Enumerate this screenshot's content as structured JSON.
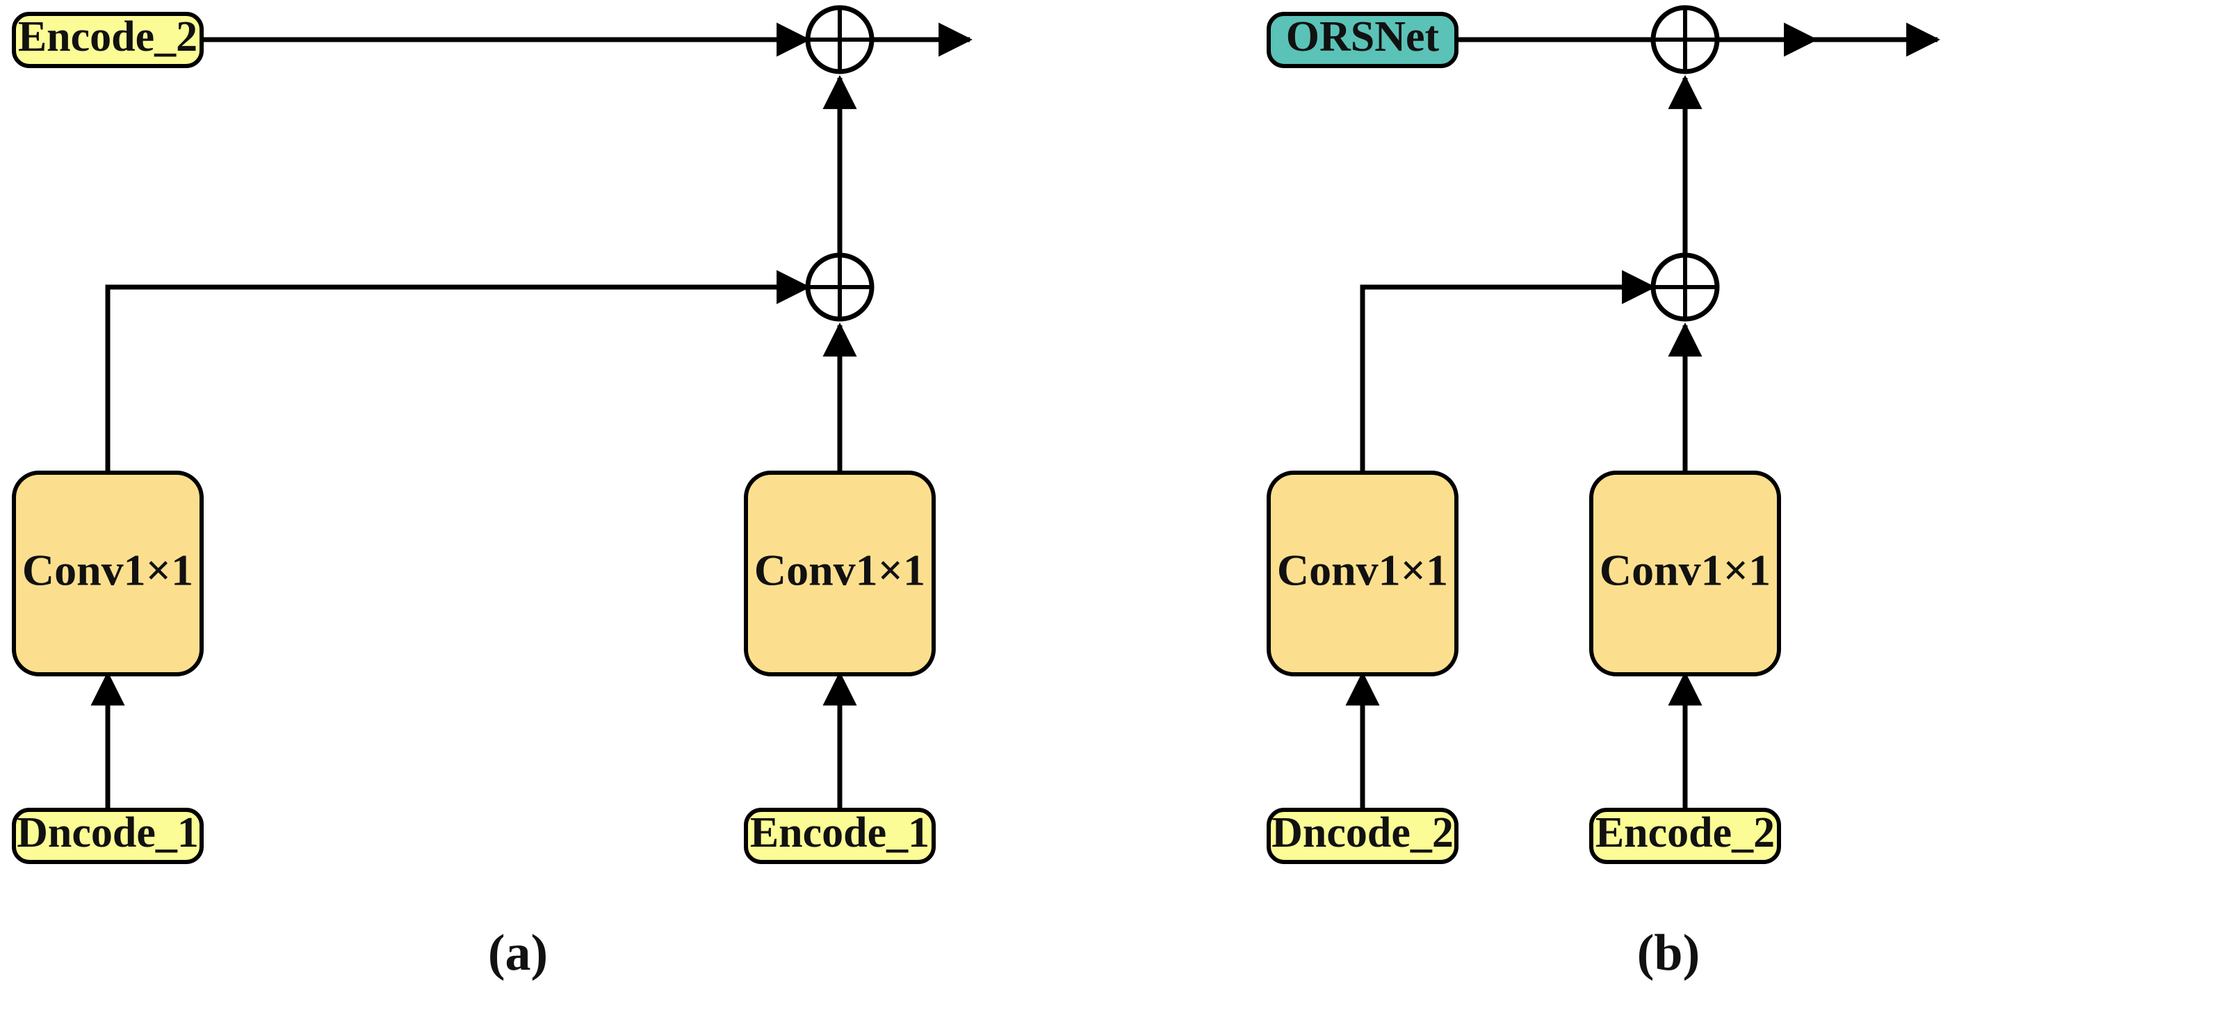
{
  "figure": {
    "background_color": "#ffffff",
    "stroke_color": "#000000",
    "panels": [
      {
        "id": "panel-a",
        "caption": "(a)",
        "nodes": {
          "top_source": {
            "label": "Encode_2",
            "fill": "#fcfc96",
            "kind": "encode-block"
          },
          "left_conv": {
            "label": "Conv1×1",
            "fill": "#fcdf8e",
            "kind": "conv-block"
          },
          "right_conv": {
            "label": "Conv1×1",
            "fill": "#fcdf8e",
            "kind": "conv-block"
          },
          "left_input": {
            "label": "Dncode_1",
            "fill": "#fcfc96",
            "kind": "encode-block"
          },
          "right_input": {
            "label": "Encode_1",
            "fill": "#fcfc96",
            "kind": "encode-block"
          }
        },
        "operators": [
          {
            "id": "sum-top",
            "symbol": "⊕",
            "name": "element-wise-addition"
          },
          {
            "id": "sum-mid",
            "symbol": "⊕",
            "name": "element-wise-addition"
          }
        ]
      },
      {
        "id": "panel-b",
        "caption": "(b)",
        "nodes": {
          "top_source": {
            "label": "ORSNet",
            "fill": "#5bc2b7",
            "kind": "orsnet-block"
          },
          "left_conv": {
            "label": "Conv1×1",
            "fill": "#fcdf8e",
            "kind": "conv-block"
          },
          "right_conv": {
            "label": "Conv1×1",
            "fill": "#fcdf8e",
            "kind": "conv-block"
          },
          "left_input": {
            "label": "Dncode_2",
            "fill": "#fcfc96",
            "kind": "encode-block"
          },
          "right_input": {
            "label": "Encode_2",
            "fill": "#fcfc96",
            "kind": "encode-block"
          }
        },
        "operators": [
          {
            "id": "sum-top",
            "symbol": "⊕",
            "name": "element-wise-addition"
          },
          {
            "id": "sum-mid",
            "symbol": "⊕",
            "name": "element-wise-addition"
          }
        ]
      }
    ],
    "colors": {
      "yellow_block": "#fcfc96",
      "orange_block": "#fcdf8e",
      "teal_block": "#5bc2b7",
      "outline": "#000000",
      "text": "#111111"
    }
  }
}
